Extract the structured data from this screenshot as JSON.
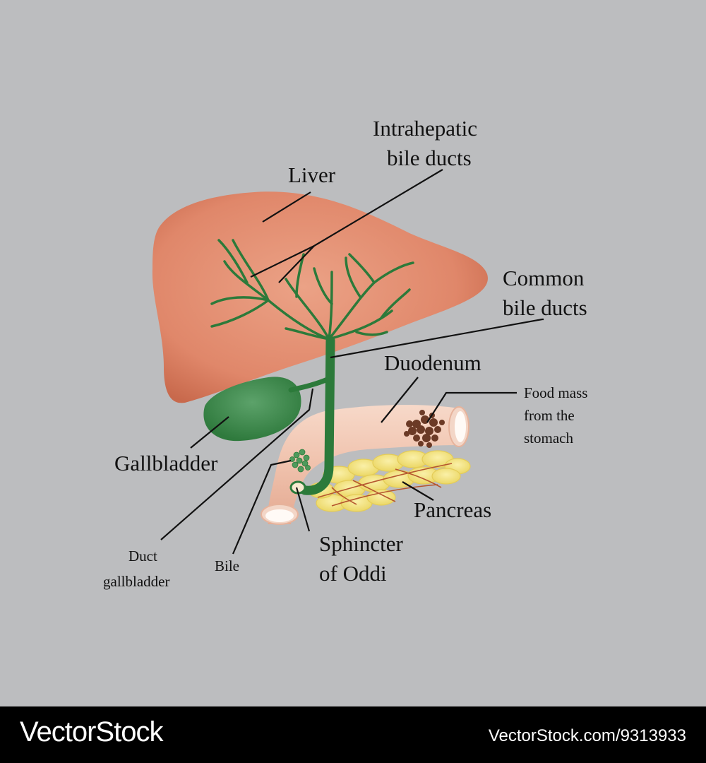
{
  "labels": {
    "liver": "Liver",
    "intrahepatic_1": "Intrahepatic",
    "intrahepatic_2": "bile ducts",
    "common_1": "Common",
    "common_2": "bile ducts",
    "duodenum": "Duodenum",
    "food_1": "Food mass",
    "food_2": "from the",
    "food_3": "stomach",
    "gallbladder": "Gallbladder",
    "pancreas": "Pancreas",
    "sphincter_1": "Sphincter",
    "sphincter_2": "of Oddi",
    "duct_1": "Duct",
    "duct_2": "gallbladder",
    "bile": "Bile"
  },
  "footer": {
    "brand": "VectorStock",
    "registered_mark": "®",
    "url": "VectorStock.com/9313933"
  },
  "colors": {
    "background": "#bcbdbf",
    "liver": "#e0876a",
    "bile_duct": "#2c7a3a",
    "gallbladder": "#3d8a4a",
    "duodenum": "#f3c9b6",
    "pancreas": "#f3e27a",
    "food_mass": "#6b3a26",
    "footer": "#000000"
  }
}
